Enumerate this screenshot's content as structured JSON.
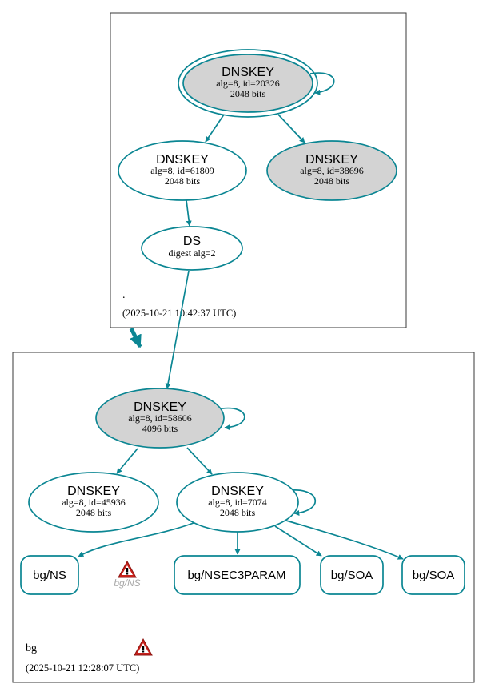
{
  "colors": {
    "edge": "#0b8693",
    "key_fill_sep": "#d3d3d3",
    "key_fill": "#ffffff",
    "zone_border": "#3a3a3a",
    "warning": "#c8211b"
  },
  "zones": {
    "root": {
      "label": ".",
      "timestamp": "(2025-10-21 10:42:37 UTC)"
    },
    "bg": {
      "label": "bg",
      "timestamp": "(2025-10-21 12:28:07 UTC)"
    }
  },
  "nodes": {
    "root_ksk": {
      "title": "DNSKEY",
      "line1": "alg=8, id=20326",
      "line2": "2048 bits"
    },
    "root_zsk1": {
      "title": "DNSKEY",
      "line1": "alg=8, id=61809",
      "line2": "2048 bits"
    },
    "root_zsk2": {
      "title": "DNSKEY",
      "line1": "alg=8, id=38696",
      "line2": "2048 bits"
    },
    "root_ds": {
      "title": "DS",
      "line1": "digest alg=2"
    },
    "bg_ksk": {
      "title": "DNSKEY",
      "line1": "alg=8, id=58606",
      "line2": "4096 bits"
    },
    "bg_key1": {
      "title": "DNSKEY",
      "line1": "alg=8, id=45936",
      "line2": "2048 bits"
    },
    "bg_zsk": {
      "title": "DNSKEY",
      "line1": "alg=8, id=7074",
      "line2": "2048 bits"
    }
  },
  "rrsets": {
    "ns": "bg/NS",
    "ns_ghost": "bg/NS",
    "nsec3param": "bg/NSEC3PARAM",
    "soa1": "bg/SOA",
    "soa2": "bg/SOA"
  },
  "icons": {
    "ns_warning": "warning-icon",
    "zone_warning": "warning-icon"
  }
}
